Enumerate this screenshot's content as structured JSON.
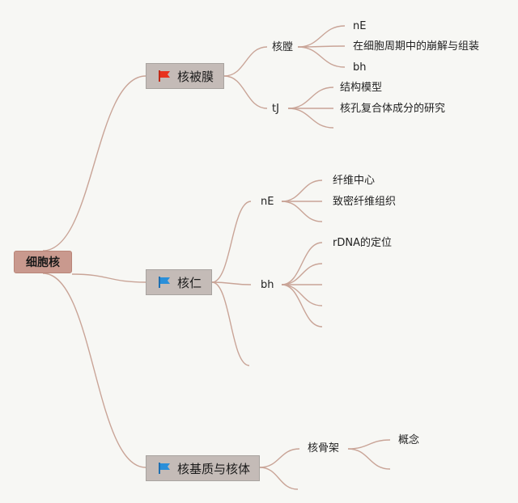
{
  "root": {
    "label": "细胞核"
  },
  "topics": [
    {
      "label": "核被膜",
      "flag_color": "#e8321e",
      "flag_icon": "red-flag-icon",
      "subtopics": [
        {
          "label": "核膛",
          "leaves": [
            "nE",
            "在细胞周期中的崩解与组装",
            "bh"
          ]
        },
        {
          "label": "tJ",
          "leaves": [
            "结构模型",
            "核孔复合体成分的研究"
          ]
        }
      ]
    },
    {
      "label": "核仁",
      "flag_color": "#2a8fd9",
      "flag_icon": "blue-flag-icon",
      "subtopics": [
        {
          "label": "nE",
          "leaves": [
            "纤维中心",
            "致密纤维组织"
          ]
        },
        {
          "label": "bh",
          "leaves": [
            "rDNA的定位",
            "",
            "",
            "",
            ""
          ]
        },
        {
          "label": "",
          "leaves": []
        }
      ]
    },
    {
      "label": "核基质与核体",
      "flag_color": "#2a8fd9",
      "flag_icon": "blue-flag-icon",
      "subtopics": [
        {
          "label": "核骨架",
          "leaves": [
            "概念",
            ""
          ]
        },
        {
          "label": "",
          "leaves": []
        }
      ]
    }
  ],
  "colors": {
    "branch": "#c9a497",
    "root_fill": "#c9998e",
    "topic_fill": "#c4bbb7"
  }
}
